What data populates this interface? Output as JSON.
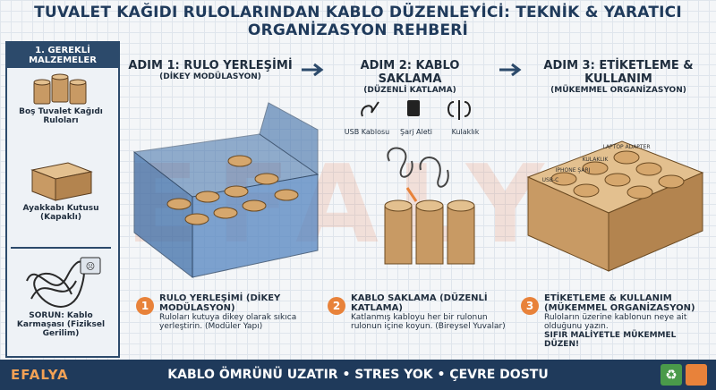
{
  "title": "TUVALET KAĞIDI RULOLARINDAN KABLO DÜZENLEYİCİ: TEKNİK & YARATICI ORGANİZASYON REHBERİ",
  "sidebar": {
    "heading": "1. GEREKLİ MALZEMELER",
    "items": [
      {
        "label": "Boş Tuvalet Kağıdı Ruloları",
        "icon": "paper-rolls-icon"
      },
      {
        "label": "Ayakkabı Kutusu (Kapaklı)",
        "icon": "shoe-box-icon"
      },
      {
        "label": "SORUN: Kablo Karmaşası (Fiziksel Gerilim)",
        "icon": "tangled-cables-icon"
      }
    ]
  },
  "steps": [
    {
      "title": "ADIM 1: RULO YERLEŞİMİ",
      "subtitle": "(DİKEY MODÜLASYON)",
      "number": "1",
      "desc_title": "RULO YERLEŞİMİ (DİKEY MODÜLASYON)",
      "desc": "Ruloları kutuya dikey olarak sıkıca yerleştirin. (Modüler Yapı)"
    },
    {
      "title": "ADIM 2: KABLO SAKLAMA",
      "subtitle": "(DÜZENLİ KATLAMA)",
      "number": "2",
      "desc_title": "KABLO SAKLAMA (DÜZENLİ KATLAMA)",
      "desc": "Katlanmış kabloyu her bir rulonun rulonun içine koyun. (Bireysel Yuvalar)"
    },
    {
      "title": "ADIM 3: ETİKETLEME & KULLANIM",
      "subtitle": "(MÜKEMMEL ORGANİZASYON)",
      "number": "3",
      "desc_title": "ETİKETLEME & KULLANIM (MÜKEMMEL ORGANİZASYON)",
      "desc": "Ruloların üzerine kablonun neye ait olduğunu yazın.",
      "desc_emph": "SIFIR MALİYETLE MÜKEMMEL DÜZEN!"
    }
  ],
  "cables": [
    "USB Kablosu",
    "Şarj Aleti",
    "Kulaklık"
  ],
  "labels": [
    "LAPTOP ADAPTER",
    "KULAKLIK",
    "IPHONE ŞARJ",
    "USB-C"
  ],
  "watermark": "EFALYA",
  "footer": {
    "brand": "EFALYA",
    "text": "KABLO ÖMRÜNÜ UZATIR • STRES YOK • ÇEVRE DOSTU"
  },
  "colors": {
    "primary": "#1f3a5b",
    "accent": "#e8823a",
    "cardboard": "#c89a64"
  }
}
